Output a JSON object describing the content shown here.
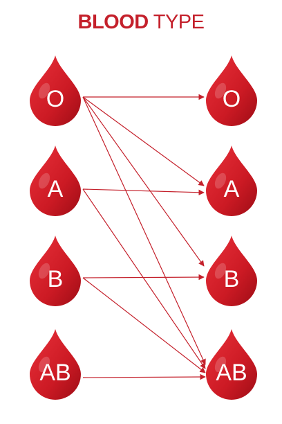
{
  "title": {
    "bold": "BLOOD",
    "rest": " TYPE"
  },
  "colors": {
    "drop": "#d01c26",
    "drop_dark": "#a50f18",
    "arrow": "#c4202b",
    "title": "#c4202b"
  },
  "donors": [
    {
      "id": "O",
      "label": "O"
    },
    {
      "id": "A",
      "label": "A"
    },
    {
      "id": "B",
      "label": "B"
    },
    {
      "id": "AB",
      "label": "AB"
    }
  ],
  "recipients": [
    {
      "id": "O",
      "label": "O"
    },
    {
      "id": "A",
      "label": "A"
    },
    {
      "id": "B",
      "label": "B"
    },
    {
      "id": "AB",
      "label": "AB"
    }
  ],
  "compatibility": [
    {
      "from": "O",
      "to": "O"
    },
    {
      "from": "O",
      "to": "A"
    },
    {
      "from": "O",
      "to": "B"
    },
    {
      "from": "O",
      "to": "AB"
    },
    {
      "from": "A",
      "to": "A"
    },
    {
      "from": "A",
      "to": "AB"
    },
    {
      "from": "B",
      "to": "B"
    },
    {
      "from": "B",
      "to": "AB"
    },
    {
      "from": "AB",
      "to": "AB"
    }
  ]
}
